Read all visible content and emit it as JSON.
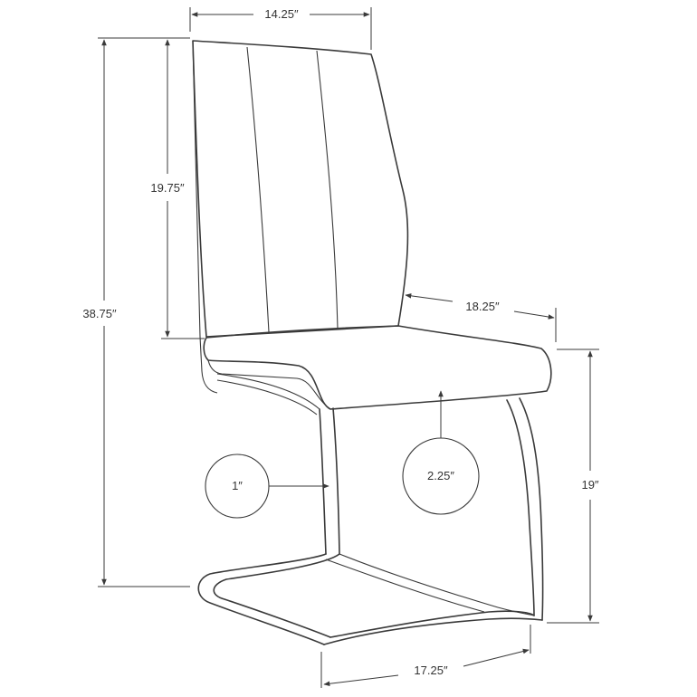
{
  "dimensions": {
    "width_top": "14.25″",
    "height_total": "38.75″",
    "back_height": "19.75″",
    "seat_depth": "18.25″",
    "seat_height": "19″",
    "base_depth": "17.25″",
    "tube_diameter": "1″",
    "seat_thickness": "2.25″"
  }
}
